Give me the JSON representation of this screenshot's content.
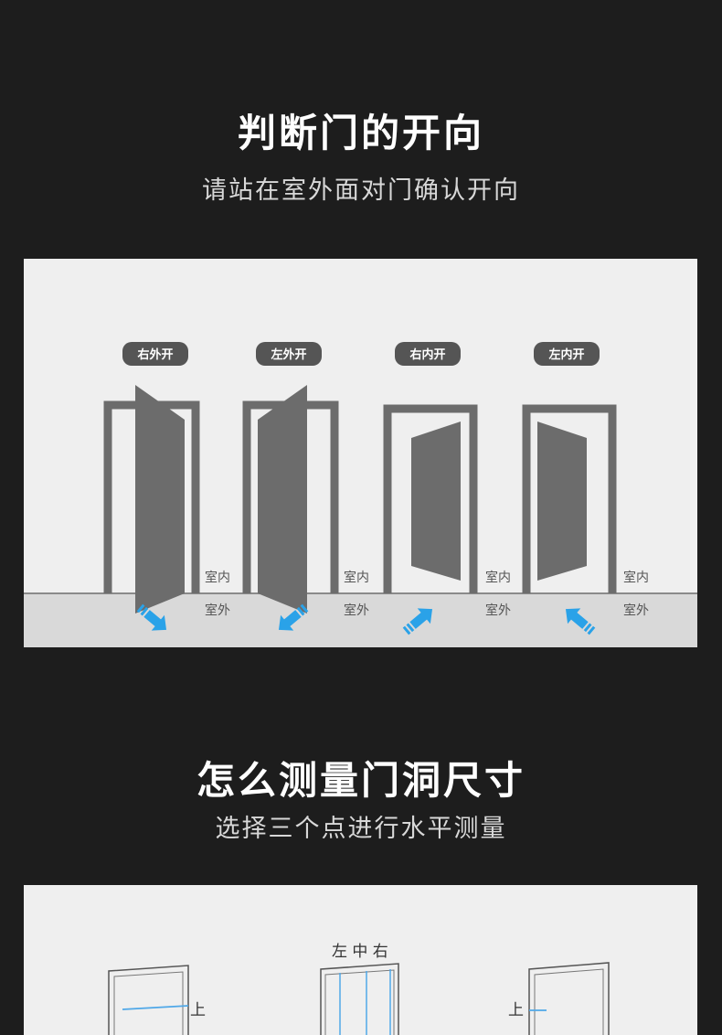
{
  "section1": {
    "title": "判断门的开向",
    "subtitle": "请站在室外面对门确认开向",
    "diagrams": [
      {
        "tag": "右外开",
        "inside": "室内",
        "outside": "室外"
      },
      {
        "tag": "左外开",
        "inside": "室内",
        "outside": "室外"
      },
      {
        "tag": "右内开",
        "inside": "室内",
        "outside": "室外"
      },
      {
        "tag": "左内开",
        "inside": "室内",
        "outside": "室外"
      }
    ]
  },
  "section2": {
    "title": "怎么测量门洞尺寸",
    "subtitle": "选择三个点进行水平测量",
    "diagram_labels": {
      "left_top": "上",
      "middle_header": "左 中 右",
      "right_top": "上"
    }
  },
  "colors": {
    "background": "#1d1d1d",
    "panel": "#efefef",
    "door": "#6c6c6c",
    "arrow": "#2aa2e8",
    "measure_line": "#4fa8e8"
  }
}
